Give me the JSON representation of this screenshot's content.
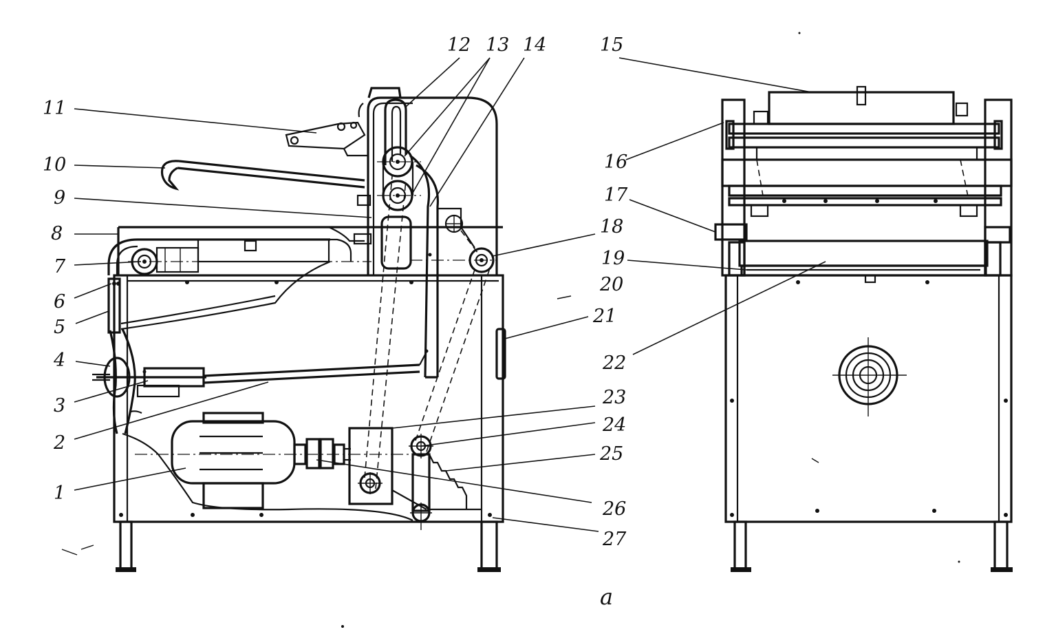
{
  "figure": {
    "callouts": [
      "1",
      "2",
      "3",
      "4",
      "5",
      "6",
      "7",
      "8",
      "9",
      "10",
      "11",
      "12",
      "13",
      "14",
      "15",
      "16",
      "17",
      "18",
      "19",
      "20",
      "21",
      "22",
      "23",
      "24",
      "25",
      "26",
      "27"
    ],
    "caption": "a"
  }
}
